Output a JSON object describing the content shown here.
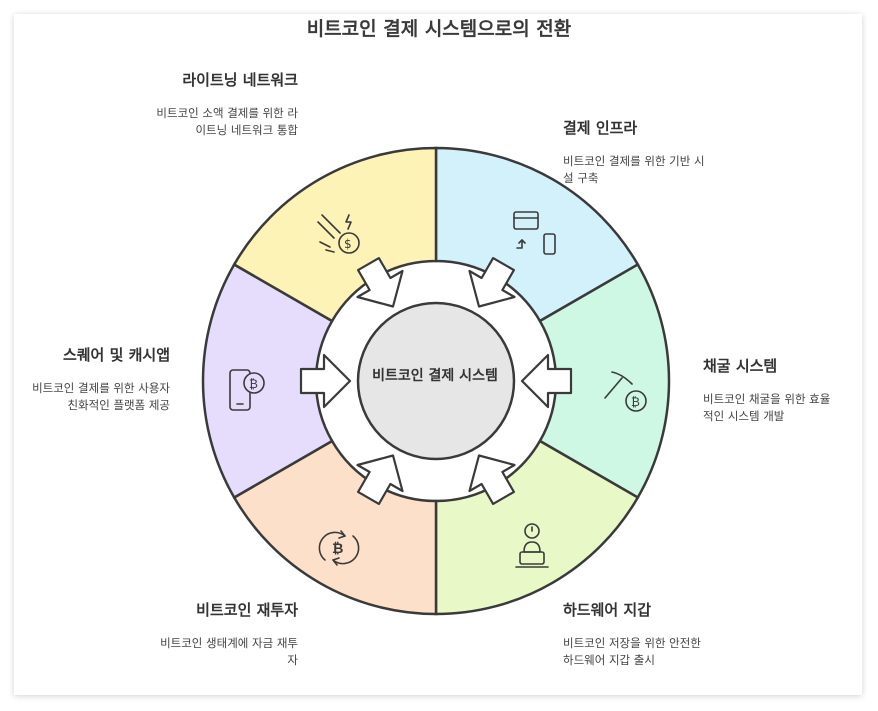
{
  "title": "비트코인 결제 시스템으로의 전환",
  "center": {
    "label": "비트코인 결제 시스템"
  },
  "segments": [
    {
      "title": "결제 인프라",
      "desc": "비트코인 결제를 위한 기반 시설 구축",
      "color": "#d3f1fb",
      "icon": "wallet-phone-icon"
    },
    {
      "title": "채굴 시스템",
      "desc": "비트코인 채굴을 위한 효율적인 시스템 개발",
      "color": "#cef8e4",
      "icon": "pickaxe-bitcoin-icon"
    },
    {
      "title": "하드웨어 지갑",
      "desc": "비트코인 저장을 위한 안전한 하드웨어 지갑 출시",
      "color": "#e8f8c6",
      "icon": "hardware-wallet-icon"
    },
    {
      "title": "비트코인 재투자",
      "desc": "비트코인 생태계에 자금 재투자",
      "color": "#fde0c9",
      "icon": "bitcoin-cycle-icon"
    },
    {
      "title": "스퀘어 및 캐시앱",
      "desc": "비트코인 결제를 위한 사용자 친화적인 플랫폼 제공",
      "color": "#e5ddfb",
      "icon": "mobile-bitcoin-icon"
    },
    {
      "title": "라이트닝 네트워크",
      "desc": "비트코인 소액 결제를 위한 라이트닝 네트워크 통합",
      "color": "#fdf3b7",
      "icon": "lightning-coin-icon"
    }
  ]
}
